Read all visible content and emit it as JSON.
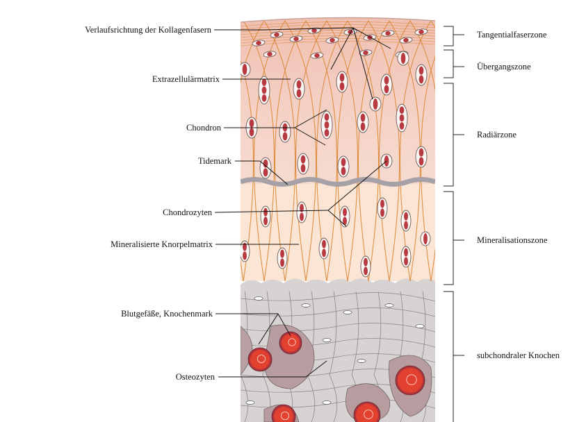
{
  "left_labels": [
    {
      "id": "collagen-direction",
      "text": "Verlaufsrichtung der Kollagenfasern"
    },
    {
      "id": "extracellular-matrix",
      "text": "Extrazellulärmatrix"
    },
    {
      "id": "chondron",
      "text": "Chondron"
    },
    {
      "id": "tidemark",
      "text": "Tidemark"
    },
    {
      "id": "chondrocytes",
      "text": "Chondrozyten"
    },
    {
      "id": "mineralized-matrix",
      "text": "Mineralisierte Knorpelmatrix"
    },
    {
      "id": "blood-vessels",
      "text": "Blutgefäße, Knochenmark"
    },
    {
      "id": "osteocytes",
      "text": "Osteozyten"
    }
  ],
  "zones": [
    {
      "id": "tangential",
      "text": "Tangentialfaserzone"
    },
    {
      "id": "transition",
      "text": "Übergangszone"
    },
    {
      "id": "radial",
      "text": "Radiärzone"
    },
    {
      "id": "mineralization",
      "text": "Mineralisationszone"
    },
    {
      "id": "subchondral",
      "text": "subchondraler Knochen"
    }
  ],
  "colors": {
    "cartilage_top": "#f0c2b4",
    "cartilage_mid": "#f6d8cc",
    "mineral": "#fbe6d6",
    "bone": "#d8d4d4",
    "fiber": "#d9822b",
    "tidemark": "#a9a4a8",
    "cell_nucleus": "#b8393f",
    "vessel": "#e3412f"
  }
}
